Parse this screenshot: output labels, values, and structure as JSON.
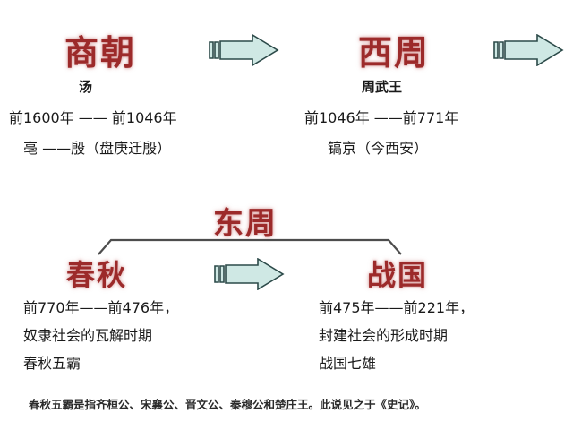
{
  "colors": {
    "title_red": "#9c2a2a",
    "text_black": "#1a1a1a",
    "arrow_fill": "#cfe8e4",
    "arrow_stroke": "#2c4a49",
    "bracket_stroke": "#4d4d4d",
    "background": "#ffffff"
  },
  "periods": {
    "shang": {
      "title": "商朝",
      "founder": "汤",
      "dates": "前1600年 —— 前1046年",
      "capital": "亳 ——殷（盘庚迁殷）"
    },
    "xizhou": {
      "title": "西周",
      "founder": "周武王",
      "dates": "前1046年 ——前771年",
      "capital": "镐京（今西安）"
    },
    "dongzhou": {
      "title": "东周"
    },
    "chunqiu": {
      "title": "春秋",
      "dates": "前770年——前476年，",
      "note1": "奴隶社会的瓦解时期",
      "note2": "春秋五霸"
    },
    "zhanguo": {
      "title": "战国",
      "dates": "前475年——前221年，",
      "note1": "封建社会的形成时期",
      "note2": "战国七雄"
    }
  },
  "arrows": {
    "shang_to_xizhou": "right-arrow-icon",
    "xizhou_next": "right-arrow-icon",
    "chunqiu_to_zhanguo": "right-arrow-icon"
  },
  "footnote": "春秋五霸是指齐桓公、宋襄公、晋文公、秦穆公和楚庄王。此说见之于《史记》。"
}
